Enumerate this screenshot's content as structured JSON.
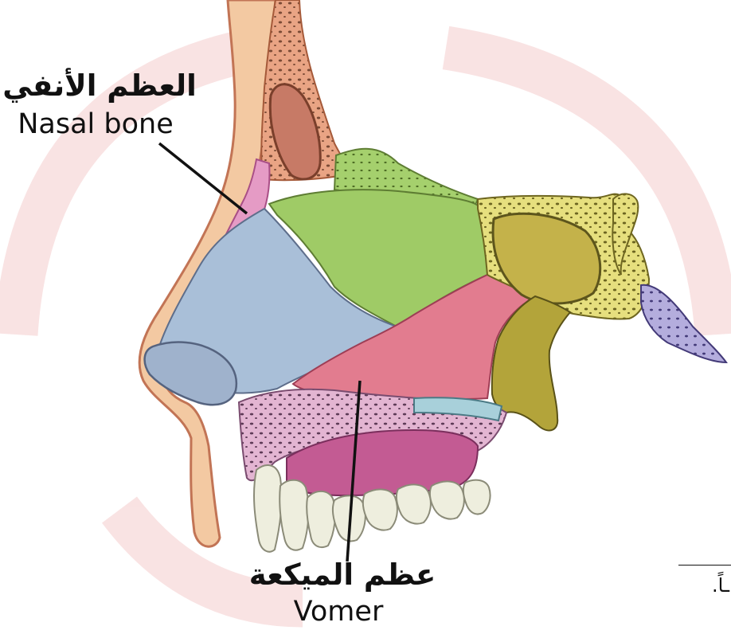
{
  "labels": {
    "nasal_bone": {
      "arabic": "العظم الأنفي",
      "english": "Nasal bone"
    },
    "vomer": {
      "arabic": "عظم الميكعة",
      "english": "Vomer"
    }
  },
  "footnote": "ـاً.",
  "colors": {
    "background": "#ffffff",
    "watermark_arc": "#f8dcdc",
    "nasal_bone": "#e59bc5",
    "frontal_bone": "#e9a484",
    "soft_tissue": "#f3c9a2",
    "ethmoid_green": "#9fcb66",
    "lateral_cartilage_blue": "#a9bfd8",
    "septum_pink": "#e27c8f",
    "sphenoid_yellow": "#e3dc79",
    "palatine_olive": "#b3a43a",
    "palate_pink": "#e3b5d2",
    "tongue_magenta": "#c35b93",
    "teeth": "#eeeede",
    "occipital_purple": "#a7a1d3",
    "leader_line": "#111111"
  }
}
